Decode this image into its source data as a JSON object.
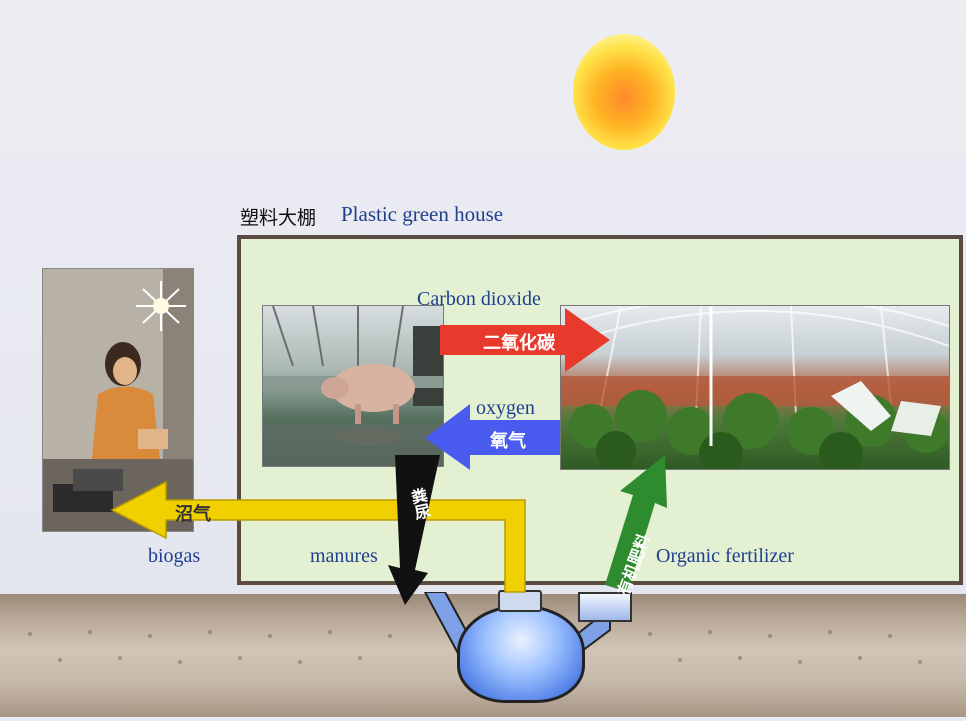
{
  "greenhouse": {
    "title_cn": "塑料大棚",
    "title_en": "Plastic green house"
  },
  "flows": {
    "co2": {
      "label_en": "Carbon dioxide",
      "label_cn": "二氧化碳",
      "color": "#e83a2c"
    },
    "oxygen": {
      "label_en": "oxygen",
      "label_cn": "氧气",
      "color": "#4a5cf0"
    },
    "manure": {
      "label_en": "manures",
      "label_cn": "粪尿",
      "color": "#111111"
    },
    "fertilizer": {
      "label_en": "Organic fertilizer",
      "label_cn": "有机肥料",
      "color": "#2e8b2e"
    },
    "biogas": {
      "label_en": "biogas",
      "label_cn": "沼气",
      "color": "#f0d000"
    }
  },
  "illustrations": {
    "pig": "pig-pen-photo",
    "plants": "greenhouse-vegetables-photo",
    "stove": "biogas-stove-photo",
    "sun": "sun-icon",
    "digester": "biogas-digester"
  }
}
